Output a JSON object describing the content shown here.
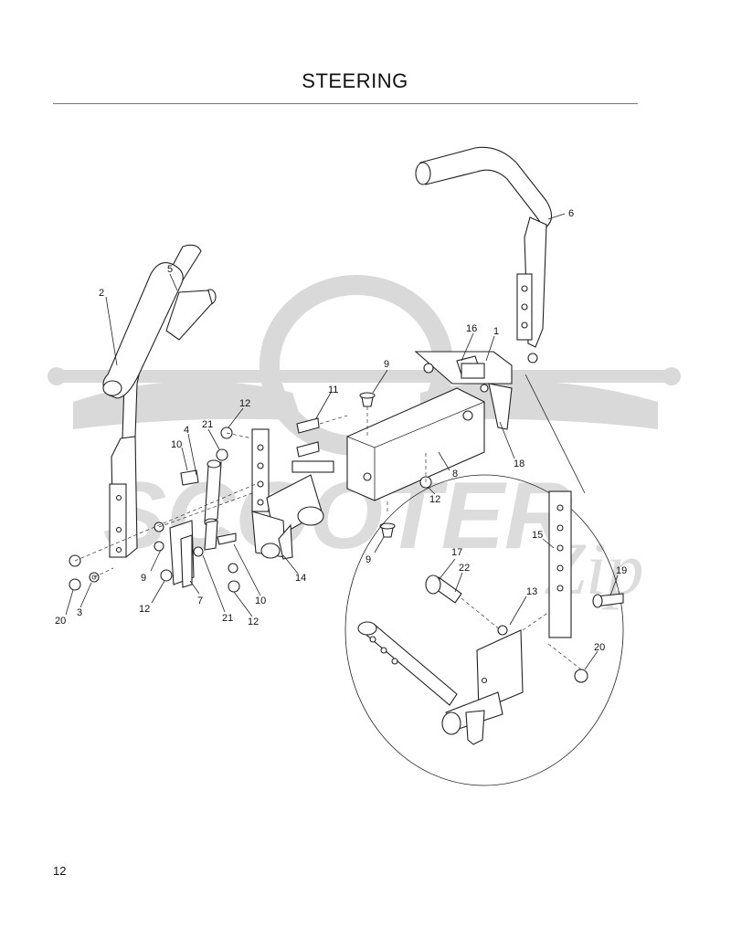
{
  "page": {
    "title": "STEERING",
    "number": "12"
  },
  "watermark": {
    "text": "SCOOTER",
    "script": "Zip",
    "color": "#d9d9d9"
  },
  "callouts": {
    "c1": "1",
    "c2": "2",
    "c3": "3",
    "c4": "4",
    "c5": "5",
    "c6": "6",
    "c7": "7",
    "c8": "8",
    "c9a": "9",
    "c9b": "9",
    "c9c": "9",
    "c10a": "10",
    "c10b": "10",
    "c11": "11",
    "c12a": "12",
    "c12b": "12",
    "c12c": "12",
    "c12d": "12",
    "c13": "13",
    "c14": "14",
    "c15": "15",
    "c16": "16",
    "c17": "17",
    "c18": "18",
    "c19": "19",
    "c20a": "20",
    "c20b": "20",
    "c21a": "21",
    "c21b": "21",
    "c22": "22"
  }
}
